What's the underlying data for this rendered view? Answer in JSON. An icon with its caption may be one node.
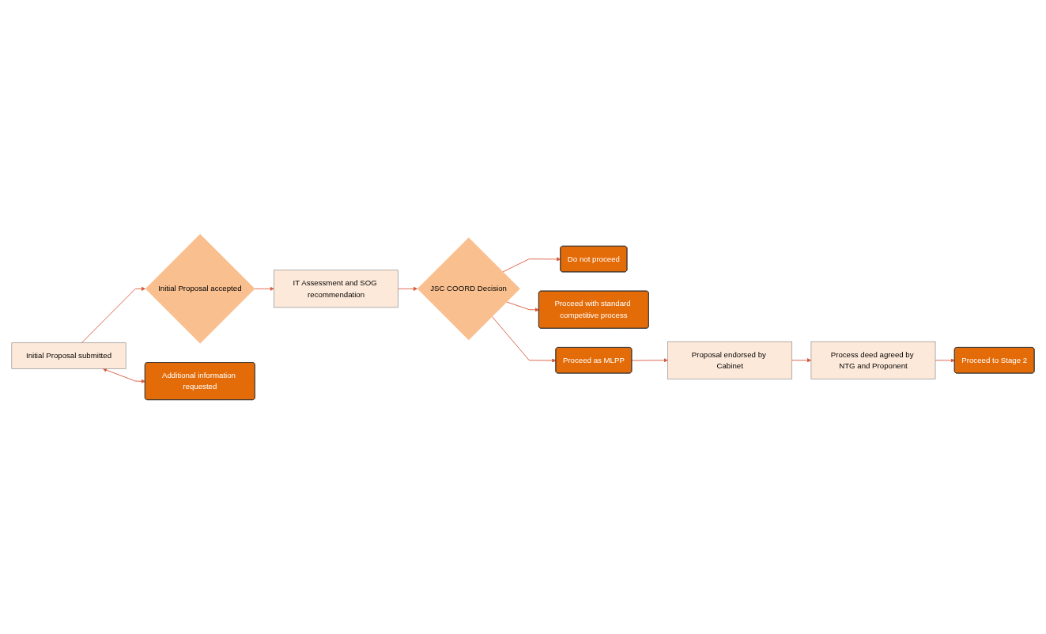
{
  "diagram": {
    "nodes": [
      {
        "text": [
          "Initial Proposal submitted"
        ]
      },
      {
        "text": [
          "Initial Proposal accepted"
        ]
      },
      {
        "text": [
          "IT Assessment and SOG recommendation"
        ]
      },
      {
        "text": [
          "JSC COORD Decision"
        ]
      },
      {
        "text": [
          "Do not proceed"
        ]
      },
      {
        "text": [
          "Proceed with standard competitive process"
        ]
      },
      {
        "text": [
          "Additional information requested"
        ]
      },
      {
        "text": [
          "Proceed as MLPP"
        ]
      },
      {
        "text": [
          "Proposal endorsed by Cabinet"
        ]
      },
      {
        "text": [
          "Process deed agreed by NTG and Proponent"
        ]
      },
      {
        "text": [
          "Proceed to Stage 2"
        ]
      }
    ],
    "edges": [
      {
        "from": 0,
        "to": 1,
        "arrow": "to"
      },
      {
        "from": 0,
        "to": 6,
        "arrow": "both"
      },
      {
        "from": 1,
        "to": 2,
        "arrow": "to"
      },
      {
        "from": 2,
        "to": 3,
        "arrow": "to"
      },
      {
        "from": 3,
        "to": 4,
        "arrow": "to"
      },
      {
        "from": 3,
        "to": 5,
        "arrow": "to"
      },
      {
        "from": 3,
        "to": 7,
        "arrow": "to"
      },
      {
        "from": 7,
        "to": 8,
        "arrow": "to"
      },
      {
        "from": 8,
        "to": 9,
        "arrow": "to"
      },
      {
        "from": 9,
        "to": 10,
        "arrow": "to"
      }
    ]
  }
}
